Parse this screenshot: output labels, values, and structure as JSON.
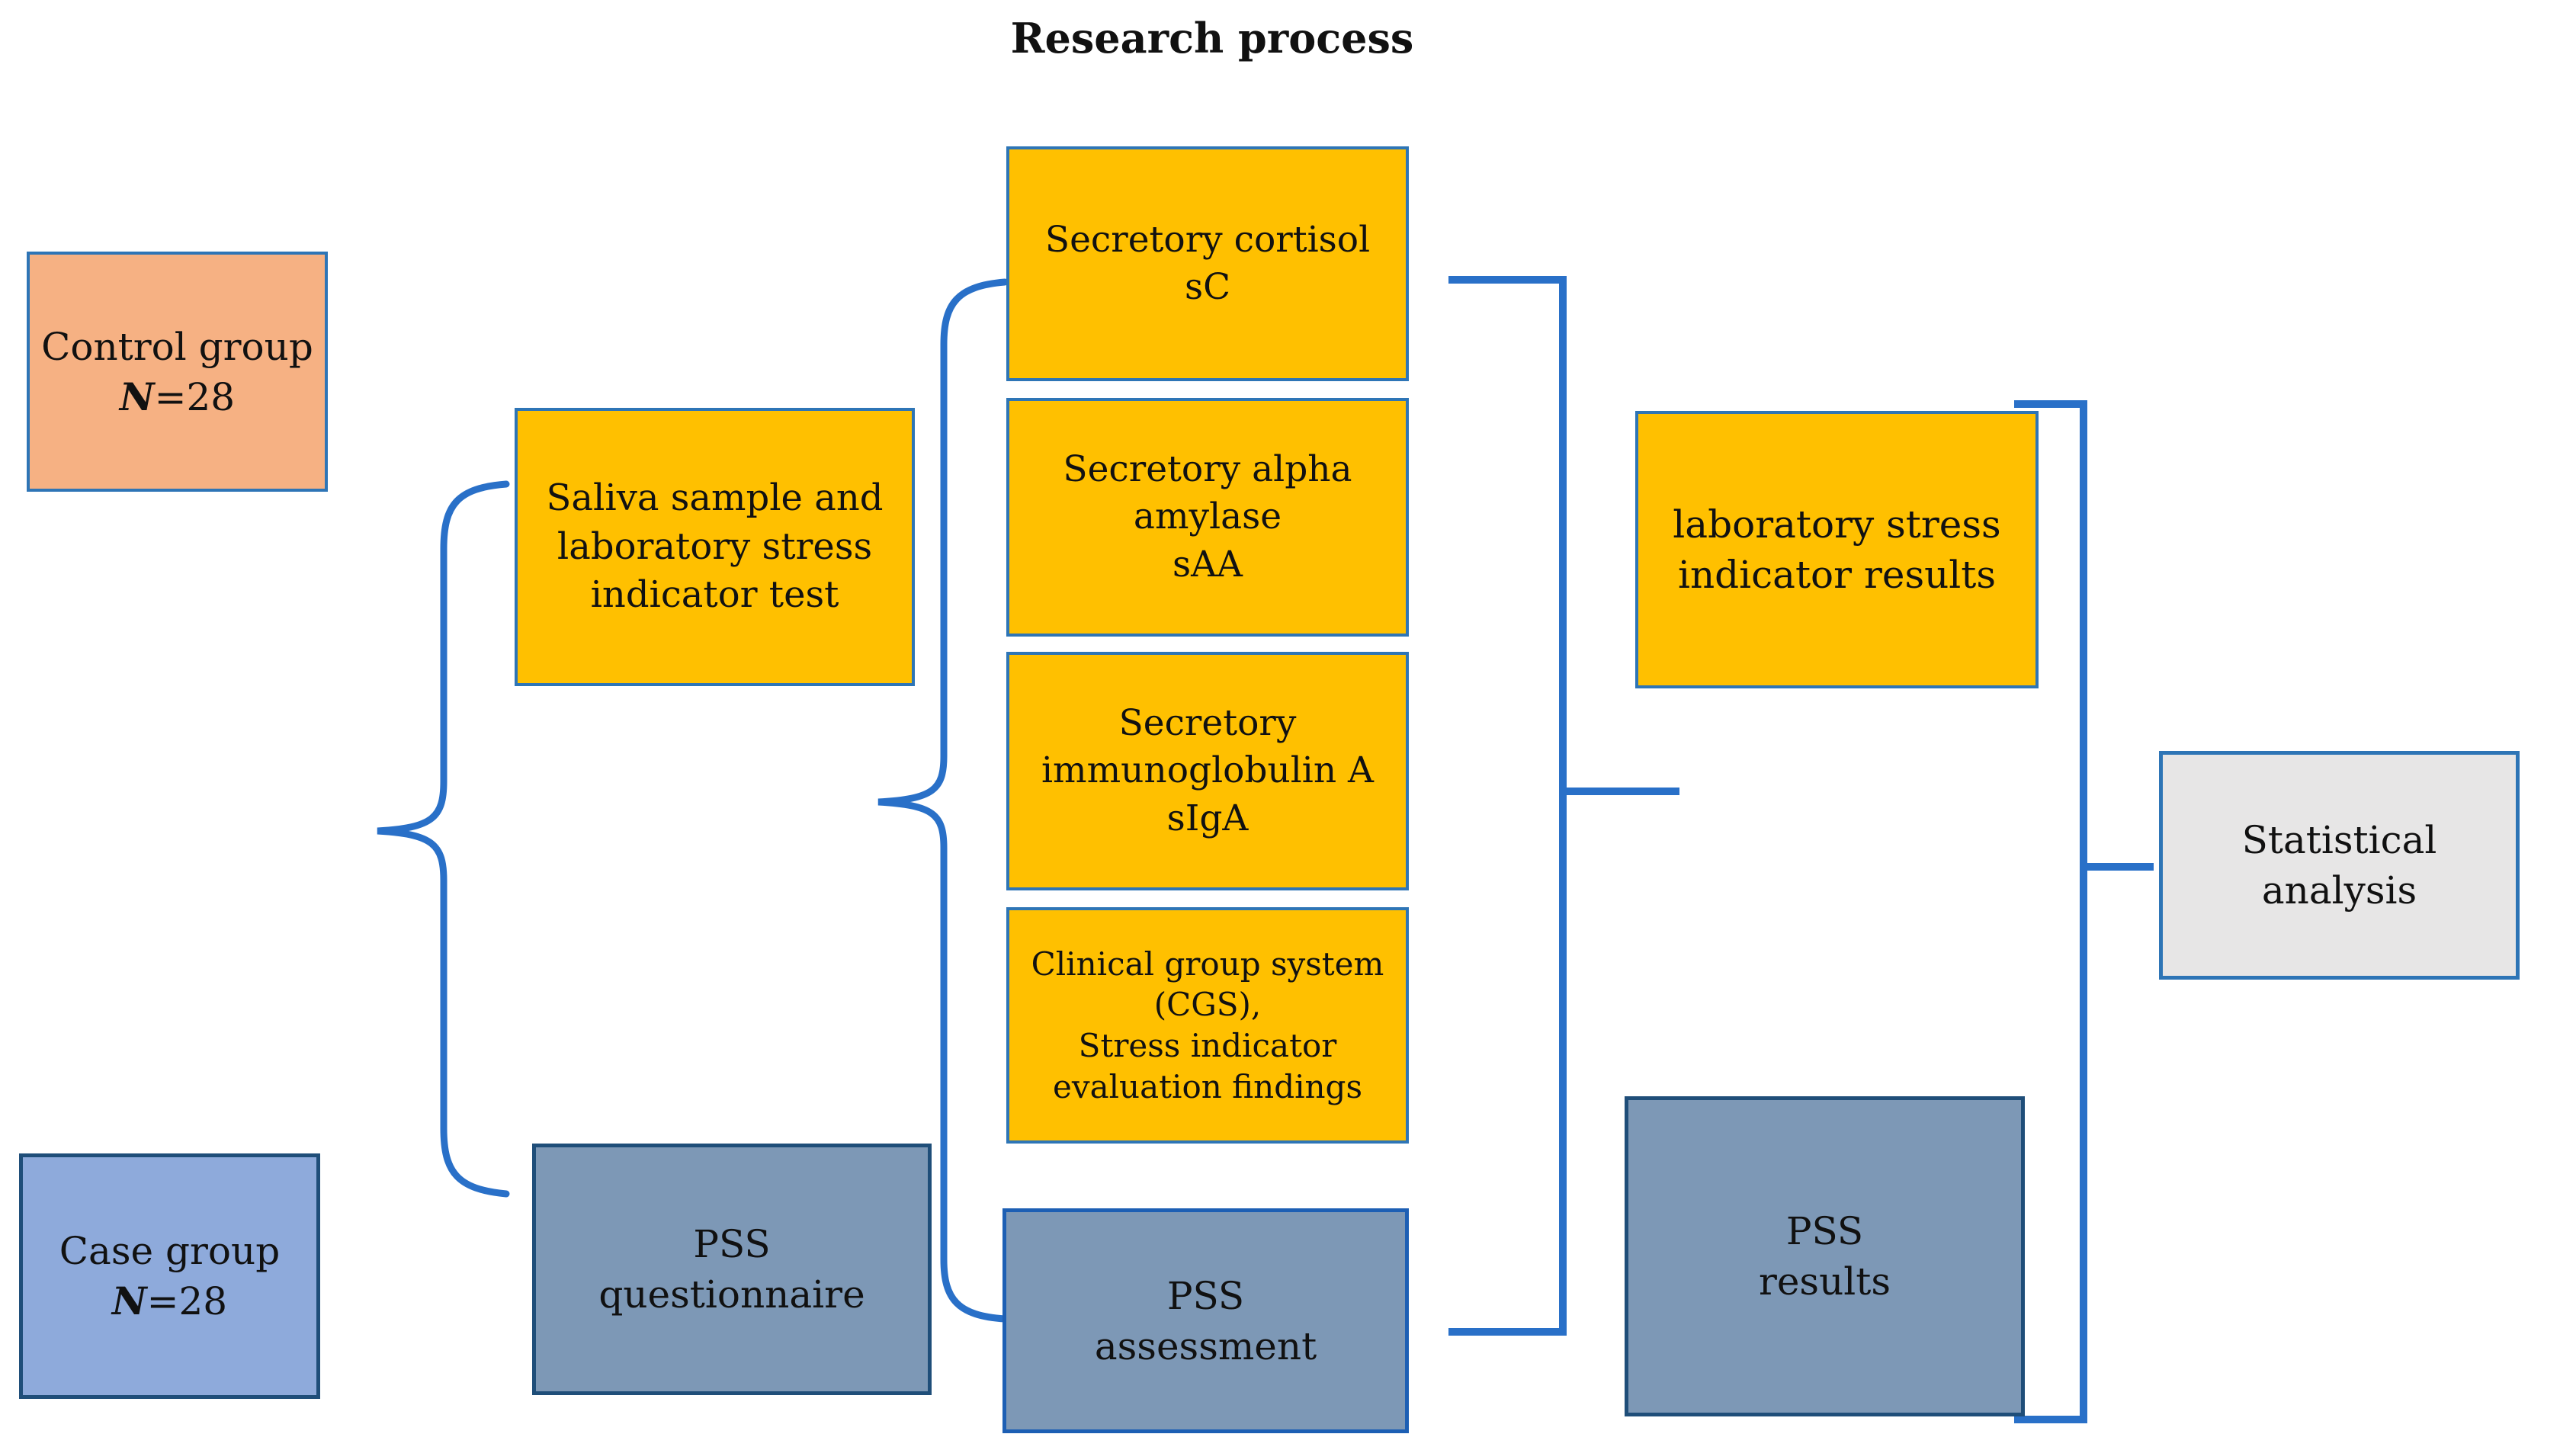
{
  "title": "Research process",
  "colors": {
    "connector_blue": "#2970C8",
    "gold_fill": "#FFC000",
    "gold_border": "#2E75B6",
    "peach_fill": "#F6B183",
    "light_blue_fill": "#8EAADB",
    "slate_blue_fill": "#7D98B6",
    "dark_navy_border": "#1F4E79",
    "gray_fill": "#E7E6E6"
  },
  "boxes": {
    "control_group": {
      "line1": "Control group",
      "n": "N",
      "n_suffix": "=28"
    },
    "case_group": {
      "line1": "Case group",
      "n": "N",
      "n_suffix": "=28"
    },
    "saliva_test": {
      "lines": [
        "Saliva sample and",
        "laboratory stress",
        "indicator test"
      ]
    },
    "pss_questionnaire": {
      "lines": [
        "PSS",
        "questionnaire"
      ]
    },
    "secretory_cortisol": {
      "lines": [
        "Secretory cortisol",
        "sC"
      ]
    },
    "secretory_alpha_amylase": {
      "lines": [
        "Secretory alpha",
        "amylase",
        "sAA"
      ]
    },
    "secretory_immunoglobulin_a": {
      "lines": [
        "Secretory",
        "immunoglobulin A",
        "sIgA"
      ]
    },
    "clinical_group_system": {
      "lines": [
        "Clinical group system",
        "(CGS),",
        "Stress indicator",
        "evaluation findings"
      ]
    },
    "pss_assessment": {
      "lines": [
        "PSS",
        "assessment"
      ]
    },
    "lab_stress_results": {
      "lines": [
        "laboratory stress",
        "indicator results"
      ]
    },
    "pss_results": {
      "lines": [
        "PSS",
        "results"
      ]
    },
    "statistical_analysis": {
      "lines": [
        "Statistical",
        "analysis"
      ]
    }
  }
}
